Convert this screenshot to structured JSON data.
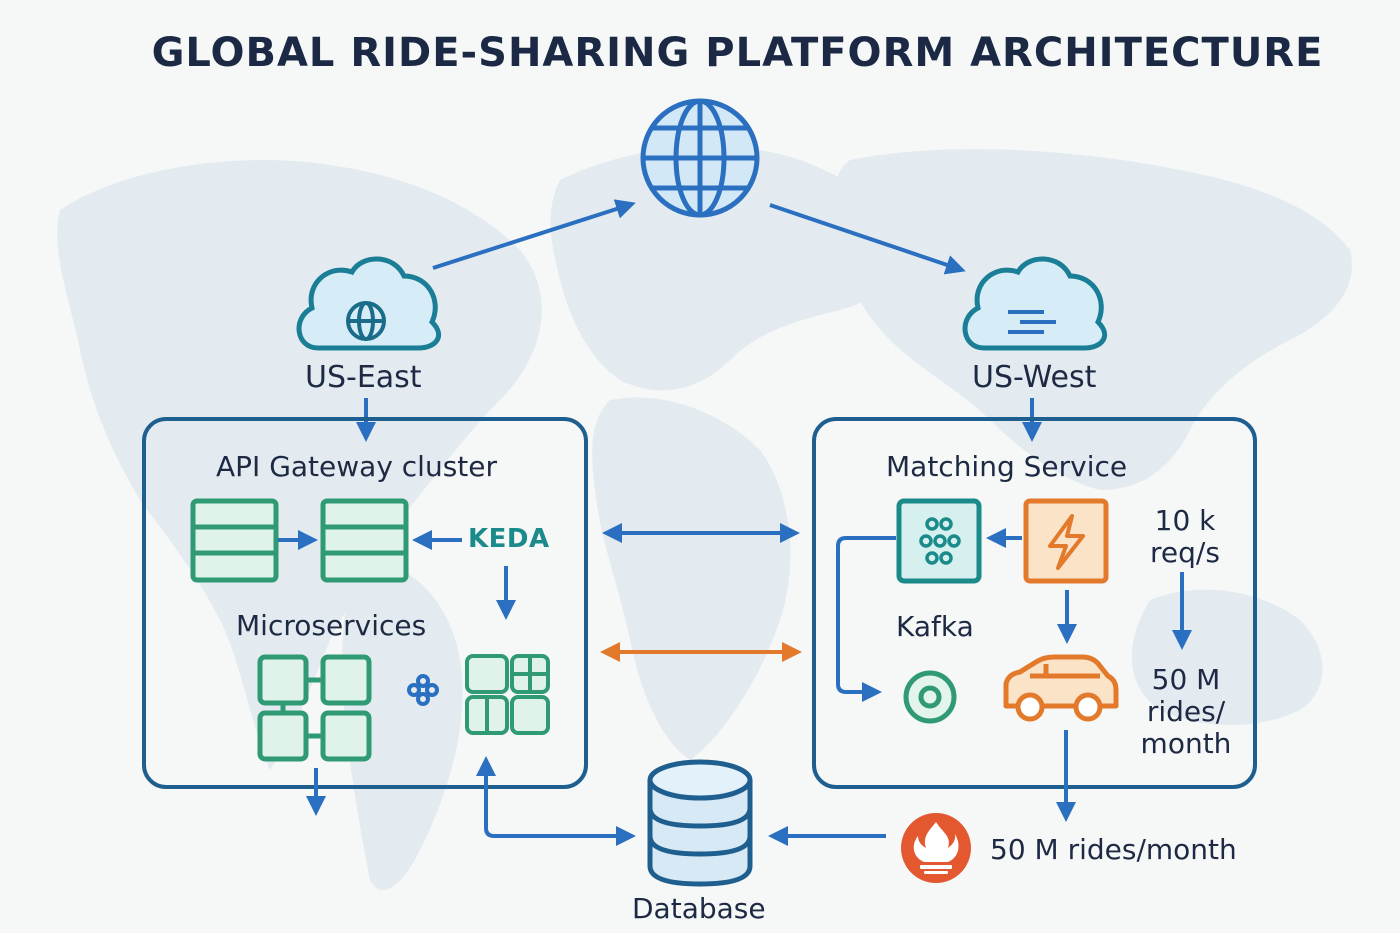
{
  "title": "GLOBAL RIDE-SHARING PLATFORM ARCHITECTURE",
  "regions": {
    "east": "US-East",
    "west": "US-West"
  },
  "east_cluster": {
    "gateway_title": "API Gateway cluster",
    "autoscaler": "KEDA",
    "microservices_title": "Microservices"
  },
  "west_cluster": {
    "matching_title": "Matching Service",
    "queue_label": "Kafka",
    "throughput_line1": "10 k",
    "throughput_line2": "req/s",
    "rides_line1": "50 M",
    "rides_line2": "rides/",
    "rides_line3": "month"
  },
  "database_label": "Database",
  "monitoring_metric": "50 M rides/month",
  "colors": {
    "navy": "#1f5f8f",
    "blue": "#2a6fc0",
    "teal_green": "#2f9a73",
    "orange": "#e3792b",
    "red_orange": "#e3582f",
    "text": "#1e2a44"
  },
  "icons": [
    "globe-icon",
    "cloud-globe-icon",
    "cloud-network-icon",
    "server-rack-icon",
    "microservice-grid-icon",
    "kafka-icon",
    "lightning-icon",
    "database-icon",
    "car-icon",
    "target-icon",
    "prometheus-icon"
  ]
}
